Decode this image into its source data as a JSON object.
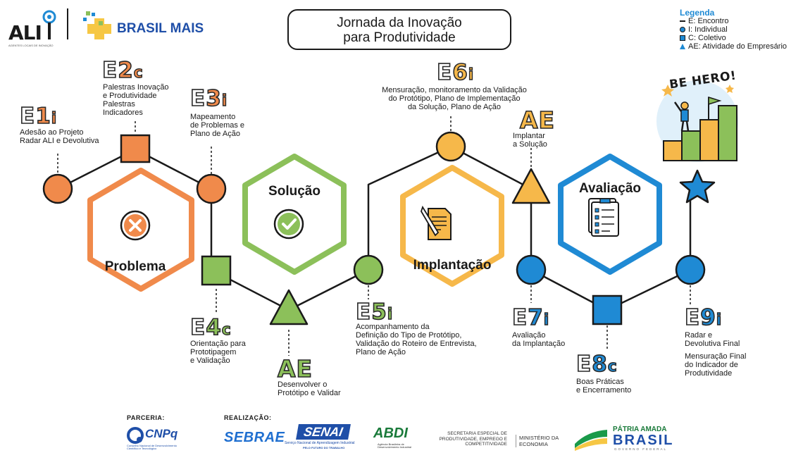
{
  "header": {
    "ali_logo": "ALI",
    "ali_tagline": "AGENTES LOCAIS DE INOVAÇÃO",
    "brasil_mais": "BRASIL MAIS",
    "title": "Jornada da Inovação\npara Produtividade"
  },
  "legend": {
    "title": "Legenda",
    "items": [
      {
        "label": "E: Encontro",
        "icon": "dash-icon"
      },
      {
        "label": "I: Individual",
        "icon": "circle-icon"
      },
      {
        "label": "C: Coletivo",
        "icon": "square-icon"
      },
      {
        "label": "AE: Atividade do Empresário",
        "icon": "triangle-icon"
      }
    ]
  },
  "phases": [
    {
      "label": "Problema",
      "icon": "x-circle-icon",
      "color": "#f08a4b"
    },
    {
      "label": "Solução",
      "icon": "check-circle-icon",
      "color": "#8cc05a"
    },
    {
      "label": "Implantação",
      "icon": "document-pencil-icon",
      "color": "#f6b84a"
    },
    {
      "label": "Avaliação",
      "icon": "checklist-icon",
      "color": "#1f8ad4"
    }
  ],
  "steps": {
    "e1": {
      "e": "E",
      "n": "1",
      "t": "i",
      "desc": "Adesão ao Projeto\nRadar ALI e Devolutiva"
    },
    "e2": {
      "e": "E",
      "n": "2",
      "t": "c",
      "desc": "Palestras Inovação\ne Produtividade",
      "desc2": "Palestras\nIndicadores"
    },
    "e3": {
      "e": "E",
      "n": "3",
      "t": "i",
      "desc": "Mapeamento\nde Problemas e\nPlano de Ação"
    },
    "e4": {
      "e": "E",
      "n": "4",
      "t": "c",
      "desc": "Orientação para\nPrototipagem\ne Validação"
    },
    "ae1": {
      "label": "AE",
      "desc": "Desenvolver o\nProtótipo e Validar"
    },
    "e5": {
      "e": "E",
      "n": "5",
      "t": "i",
      "desc": "Acompanhamento da\nDefinição do Tipo de Protótipo,\nValidação do Roteiro de Entrevista,\nPlano de Ação"
    },
    "e6": {
      "e": "E",
      "n": "6",
      "t": "i",
      "desc": "Mensuração, monitoramento da Validação\ndo Protótipo, Plano de Implementação\nda Solução, Plano de Ação"
    },
    "ae2": {
      "label": "AE",
      "desc": "Implantar\na Solução"
    },
    "e7": {
      "e": "E",
      "n": "7",
      "t": "i",
      "desc": "Avaliação\nda Implantação"
    },
    "e8": {
      "e": "E",
      "n": "8",
      "t": "c",
      "desc": "Boas Práticas\ne Encerramento"
    },
    "e9": {
      "e": "E",
      "n": "9",
      "t": "i",
      "desc": "Radar e\nDevolutiva Final",
      "desc2": "Mensuração Final\ndo Indicador de\nProdutividade"
    }
  },
  "be_hero": "BE HERO!",
  "footer": {
    "parceria": "PARCERIA:",
    "realizacao": "REALIZAÇÃO:",
    "cnpq": "CNPq",
    "cnpq_sub": "Conselho Nacional de Desenvolvimento\nCientífico e Tecnológico",
    "sebrae": "SEBRAE",
    "senai": "SENAI",
    "senai_sub": "Serviço Nacional de Aprendizagem Industrial",
    "senai_sub2": "PELO FUTURO DO TRABALHO",
    "abdi": "ABDI",
    "abdi_sub": "Agência Brasileira de\nDesenvolvimento Industrial",
    "secretaria": "SECRETARIA ESPECIAL DE\nPRODUTIVIDADE, EMPREGO E\nCOMPETITIVIDADE",
    "ministerio": "MINISTÉRIO DA\nECONOMIA",
    "patria": "PÁTRIA AMADA",
    "brasil": "BRASIL",
    "gov": "GOVERNO FEDERAL"
  }
}
